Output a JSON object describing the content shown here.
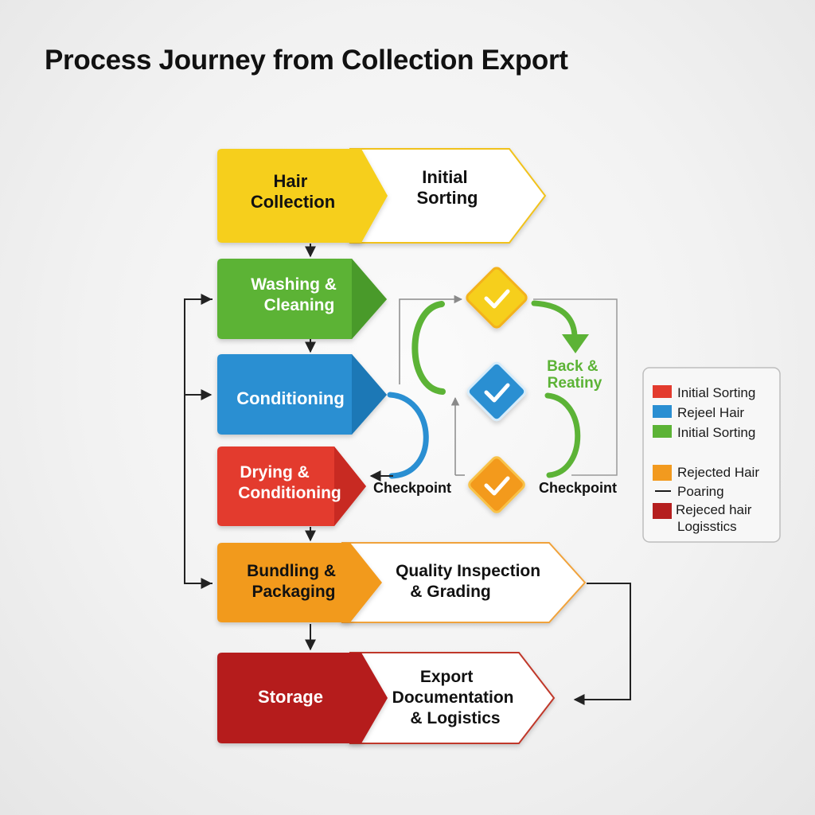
{
  "title": "Process Journey from Collection Export",
  "colors": {
    "yellow": "#f6cf1f",
    "green": "#5cb336",
    "blue": "#2a8fd2",
    "red": "#e33b2e",
    "orange": "#f29a1f",
    "dark_red": "#b51f1f",
    "orange_checkpoint": "#f39a1e"
  },
  "steps": {
    "hair_collection": [
      "Hair",
      "Collection"
    ],
    "initial_sorting": [
      "Initial",
      "Sorting"
    ],
    "washing_cleaning": [
      "Washing &",
      "Cleaning"
    ],
    "conditioning": "Conditioning",
    "drying_conditioning": [
      "Drying &",
      "Conditioning"
    ],
    "bundling_packaging": [
      "Bundling &",
      "Packaging"
    ],
    "quality_inspection": [
      "Quality Inspection",
      "& Grading"
    ],
    "storage": "Storage",
    "export_documentation": [
      "Export",
      "Documentation",
      "& Logistics"
    ]
  },
  "checkpoints": {
    "left_label": "Checkpoint",
    "right_label": "Checkpoint",
    "back_label": [
      "Back &",
      "Reatiny"
    ]
  },
  "legend": {
    "items": [
      {
        "label": "Initial Sorting",
        "color": "#e33b2e",
        "swatch": "square"
      },
      {
        "label": "Rejeel Hair",
        "color": "#2a8fd2",
        "swatch": "square"
      },
      {
        "label": "Initial Sorting",
        "color": "#5cb336",
        "swatch": "square"
      },
      {
        "label": "Rejected Hair",
        "color": "#f29a1f",
        "swatch": "square"
      },
      {
        "label": "Poaring",
        "color": "#1a1a1a",
        "swatch": "line"
      },
      {
        "label": "Rejeced hair",
        "color": "#b51f1f",
        "swatch": "square"
      },
      {
        "label": "Logisstics",
        "color": "",
        "swatch": "none"
      }
    ]
  }
}
